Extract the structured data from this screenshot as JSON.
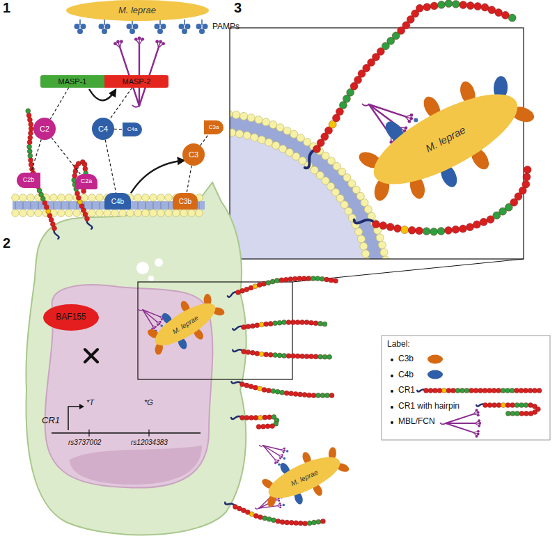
{
  "diagram": {
    "nodes": [
      {
        "text": [
          "M. leprae"
        ]
      },
      {
        "text": [
          "MASP-1"
        ]
      },
      {
        "text": [
          "MASP-2"
        ]
      },
      {
        "text": [
          "C2"
        ]
      },
      {
        "text": [
          "C4"
        ]
      },
      {
        "text": [
          "C4a"
        ]
      },
      {
        "text": [
          "C3a"
        ]
      },
      {
        "text": [
          "C3"
        ]
      },
      {
        "text": [
          "C2b"
        ]
      },
      {
        "text": [
          "C2a"
        ]
      },
      {
        "text": [
          "C4b"
        ]
      },
      {
        "text": [
          "C3b"
        ]
      },
      {
        "text": [
          "M. leprae"
        ]
      },
      {
        "text": [
          "BAF155"
        ]
      },
      {
        "text": [
          "M. leprae"
        ]
      },
      {
        "text": [
          "M. leprae"
        ]
      }
    ],
    "edges": [
      {
        "from": 1,
        "to": 2,
        "arrow": "to"
      },
      {
        "from": 1,
        "to": 3,
        "arrow": "none"
      },
      {
        "from": 2,
        "to": 4,
        "arrow": "none"
      },
      {
        "from": 3,
        "to": 8,
        "arrow": "none"
      },
      {
        "from": 3,
        "to": 9,
        "arrow": "none"
      },
      {
        "from": 4,
        "to": 5,
        "arrow": "none"
      },
      {
        "from": 4,
        "to": 10,
        "arrow": "none"
      },
      {
        "from": 7,
        "to": 6,
        "arrow": "none"
      },
      {
        "from": 7,
        "to": 11,
        "arrow": "none"
      },
      {
        "from": 10,
        "to": 7,
        "arrow": "to"
      }
    ],
    "labels": [
      "1",
      "PAMPs",
      "3",
      "2",
      "CR1",
      "*T",
      "*G",
      "rs3737002",
      "rs12034383",
      "Label:"
    ],
    "legend": [
      {
        "text": "C3b"
      },
      {
        "text": "C4b"
      },
      {
        "text": "CR1"
      },
      {
        "text": "CR1 with hairpin"
      },
      {
        "text": "MBL/FCN"
      }
    ]
  }
}
